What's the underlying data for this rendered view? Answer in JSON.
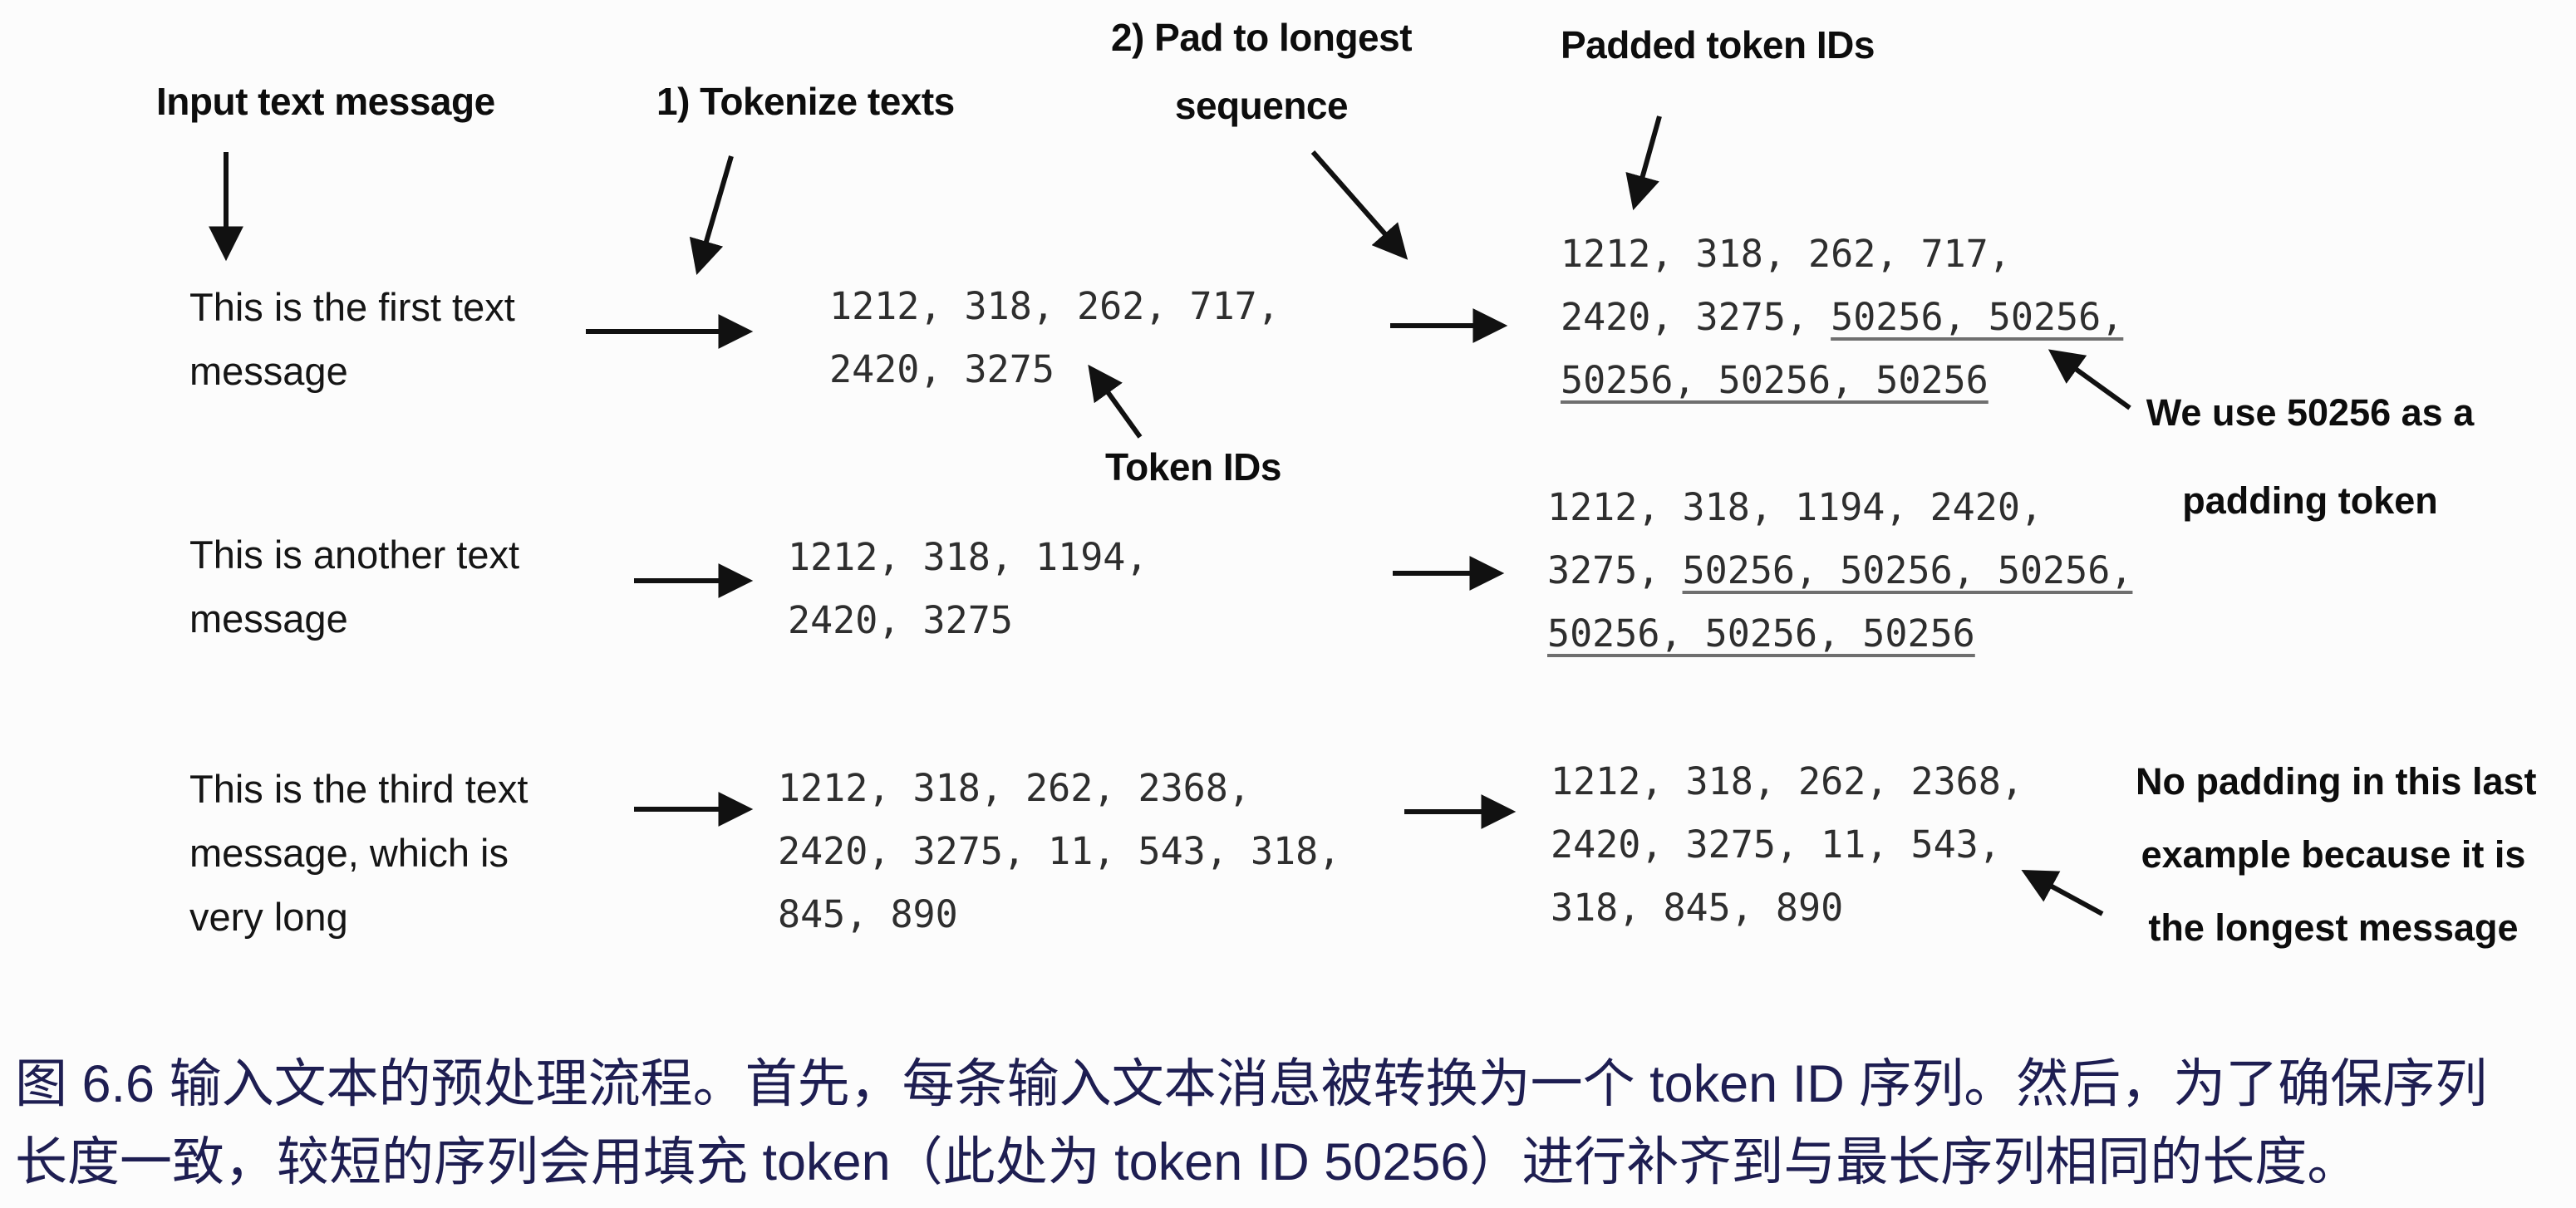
{
  "figure": {
    "labels": {
      "input": "Input text message",
      "step1": "1) Tokenize texts",
      "step2": [
        "2) Pad to longest",
        "sequence"
      ],
      "padded": "Padded token IDs",
      "token_ids": "Token IDs"
    },
    "rows": [
      {
        "message": [
          "This is the first text",
          "message"
        ],
        "tokens": [
          "1212, 318, 262, 717,",
          "2420, 3275"
        ],
        "padded": [
          [
            {
              "t": "1212, 318, 262, 717,",
              "u": false
            }
          ],
          [
            {
              "t": "2420, 3275, ",
              "u": false
            },
            {
              "t": "50256, 50256,",
              "u": true
            }
          ],
          [
            {
              "t": "50256, 50256, 50256",
              "u": true
            }
          ]
        ]
      },
      {
        "message": [
          "This is another text",
          "message"
        ],
        "tokens": [
          "1212, 318, 1194,",
          "2420, 3275"
        ],
        "padded": [
          [
            {
              "t": "1212, 318, 1194, 2420,",
              "u": false
            }
          ],
          [
            {
              "t": "3275, ",
              "u": false
            },
            {
              "t": "50256, 50256, 50256,",
              "u": true
            }
          ],
          [
            {
              "t": "50256, 50256, 50256",
              "u": true
            }
          ]
        ]
      },
      {
        "message": [
          "This is the third text",
          "message, which is",
          "very long"
        ],
        "tokens": [
          "1212, 318, 262, 2368,",
          "2420, 3275, 11, 543, 318,",
          "845, 890"
        ],
        "padded": [
          [
            {
              "t": "1212, 318, 262, 2368,",
              "u": false
            }
          ],
          [
            {
              "t": "2420, 3275, 11, 543,",
              "u": false
            }
          ],
          [
            {
              "t": "318, 845, 890",
              "u": false
            }
          ]
        ]
      }
    ],
    "notes": {
      "padding": [
        "We use 50256 as a",
        "padding token"
      ],
      "no_padding": [
        "No padding in this last",
        "example because it is",
        "the longest message"
      ]
    },
    "colors": {
      "diagram_ink": "#0d0d0d",
      "mono_ink": "#2e2e2e",
      "underline": "#6f6f6f",
      "caption_ink": "#1e1e52"
    }
  },
  "caption": {
    "lines": [
      "图 6.6 输入文本的预处理流程。首先，每条输入文本消息被转换为一个 token ID 序列。然后，为了确保序列",
      "长度一致，较短的序列会用填充 token（此处为 token ID 50256）进行补齐到与最长序列相同的长度。"
    ]
  }
}
